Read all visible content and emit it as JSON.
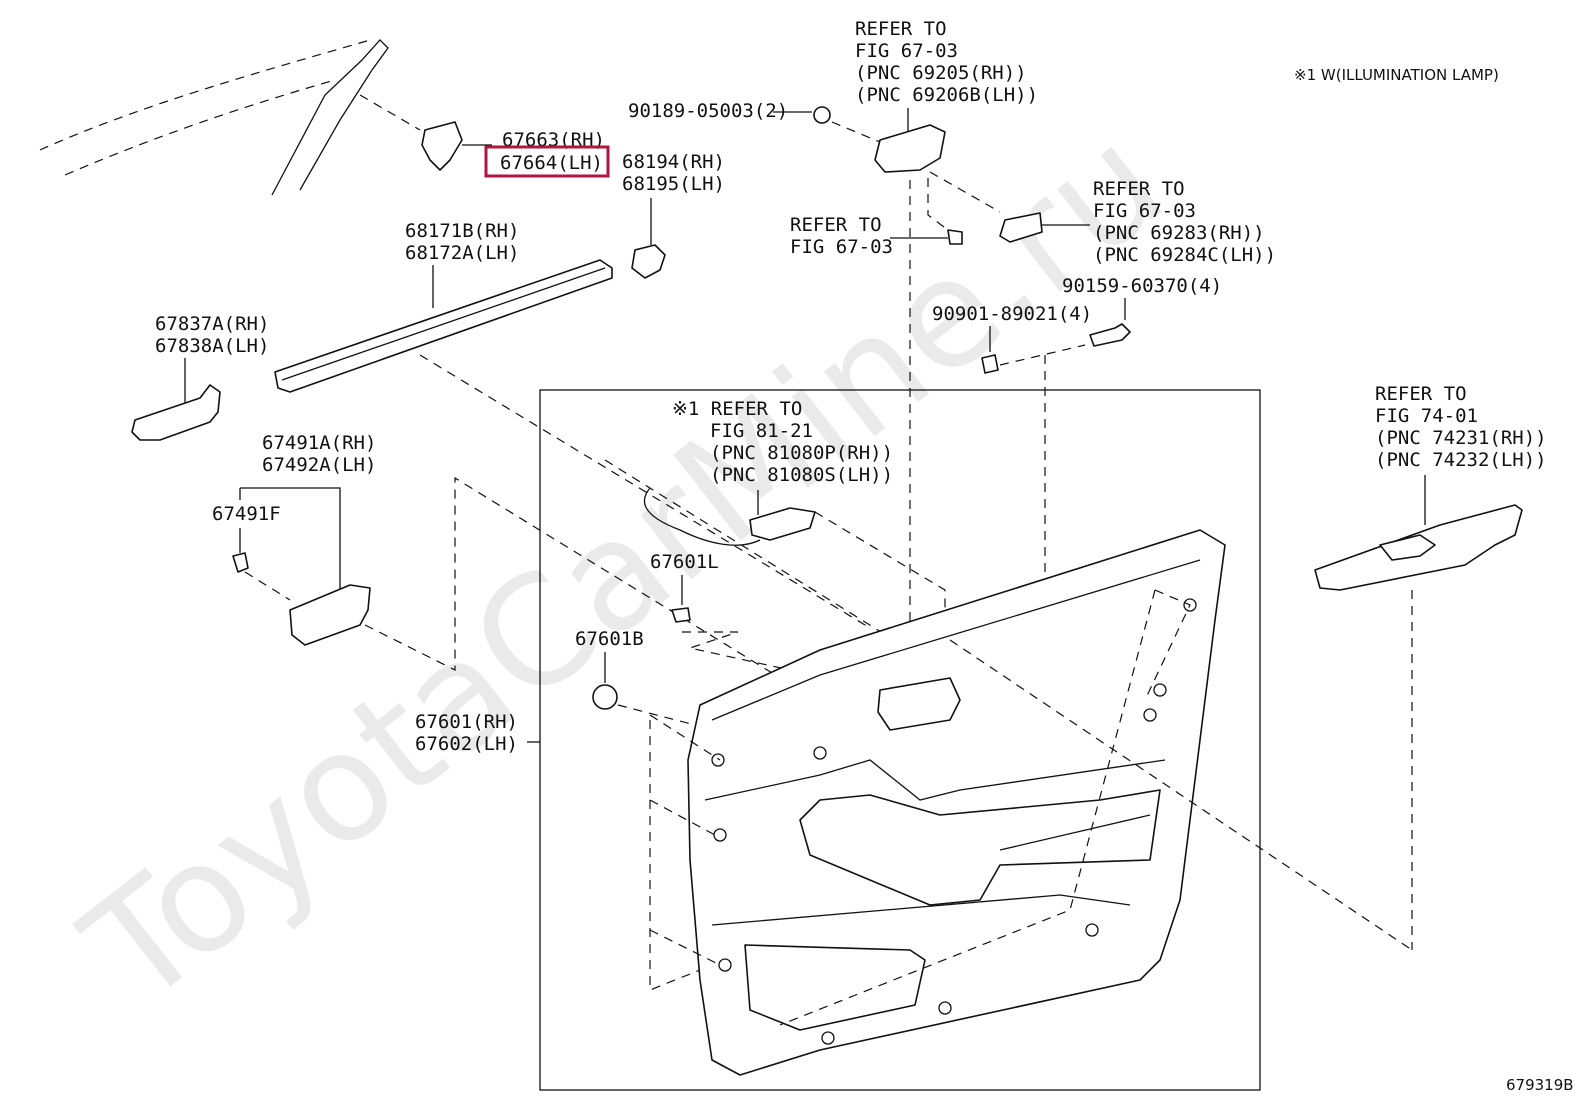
{
  "watermark": "ToyotaCarMine.ru",
  "illumination_note": "※1 W(ILLUMINATION LAMP)",
  "figure_code": "679319B",
  "highlight_part": "67664(LH)",
  "labels": {
    "p67663_rh": "67663(RH)",
    "p67664_lh": "67664(LH)",
    "p68194_rh": "68194(RH)",
    "p68195_lh": "68195(LH)",
    "p68171b_rh": "68171B(RH)",
    "p68172a_lh": "68172A(LH)",
    "p67837a_rh": "67837A(RH)",
    "p67838a_lh": "67838A(LH)",
    "p67491a_rh": "67491A(RH)",
    "p67492a_lh": "67492A(LH)",
    "p67491f": "67491F",
    "p67601l": "67601L",
    "p67601b": "67601B",
    "p67601_rh": "67601(RH)",
    "p67602_lh": "67602(LH)",
    "p90189": "90189-05003(2)",
    "p90159": "90159-60370(4)",
    "p90901": "90901-89021(4)"
  },
  "references": {
    "handle": [
      "REFER TO",
      "FIG 67-03",
      "(PNC 69205(RH))",
      "(PNC 69206B(LH))"
    ],
    "bolt": [
      "REFER TO",
      "FIG 67-03"
    ],
    "cover": [
      "REFER TO",
      "FIG 67-03",
      "(PNC 69283(RH))",
      "(PNC 69284C(LH))"
    ],
    "lamp": [
      "※1 REFER TO",
      "FIG 81-21",
      "(PNC 81080P(RH))",
      "(PNC 81080S(LH))"
    ],
    "switch": [
      "REFER TO",
      "FIG 74-01",
      "(PNC 74231(RH))",
      "(PNC 74232(LH))"
    ]
  }
}
